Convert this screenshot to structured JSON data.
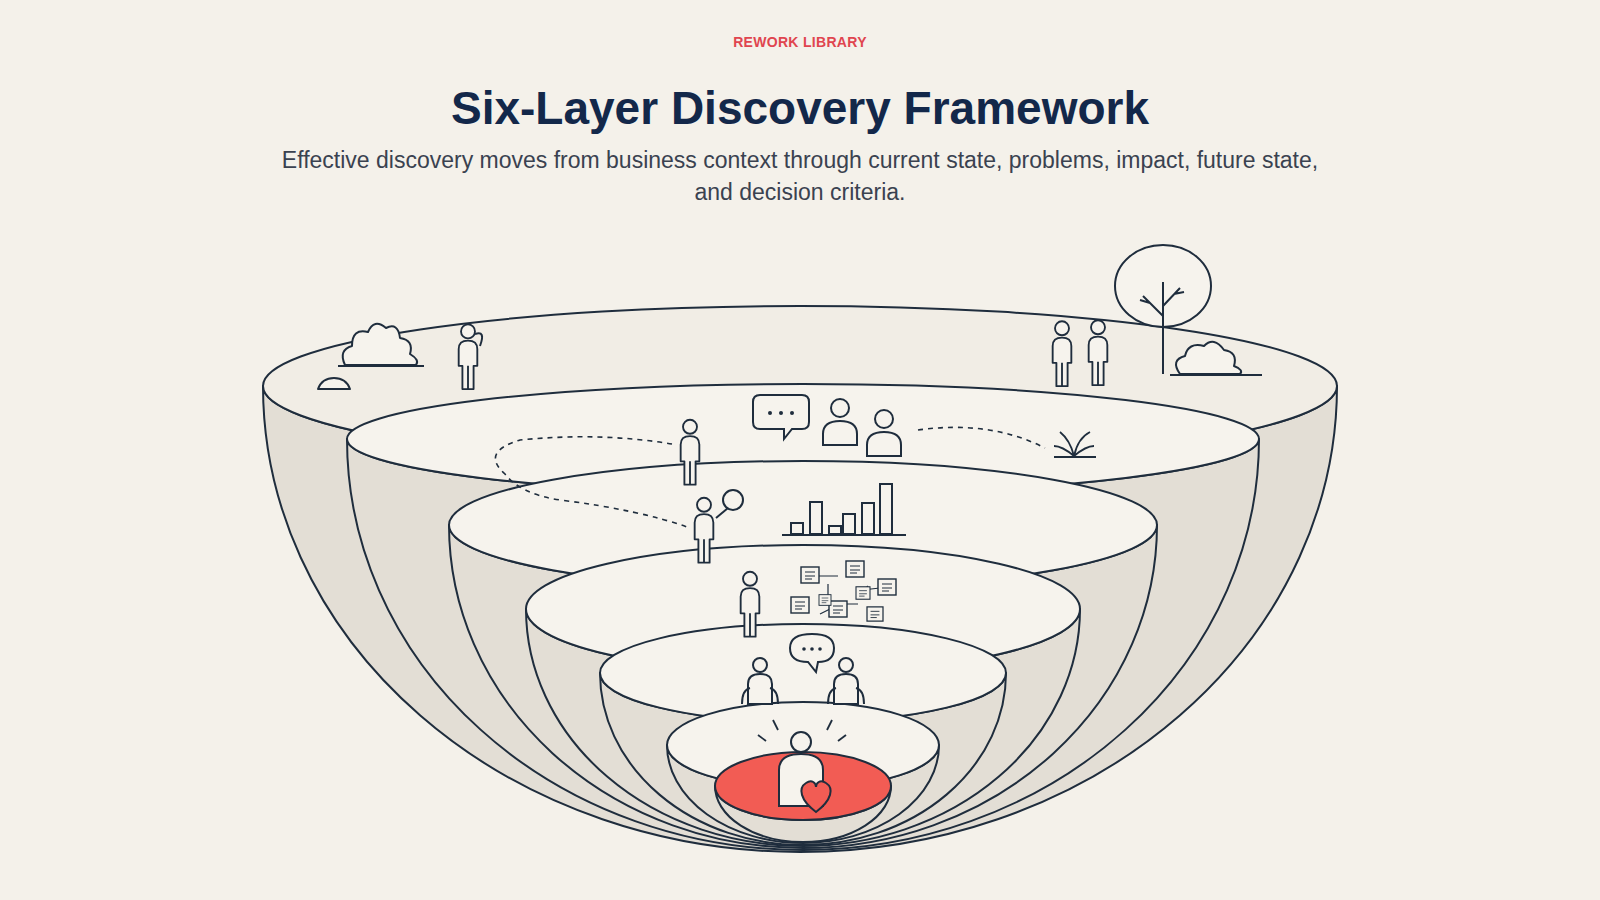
{
  "diagram": {
    "title": "Six-Layer Discovery Framework",
    "caption": "Effective discovery moves from business context through current state, problems, impact, future state, and decision criteria.",
    "labels": [
      "REWORK LIBRARY"
    ]
  }
}
